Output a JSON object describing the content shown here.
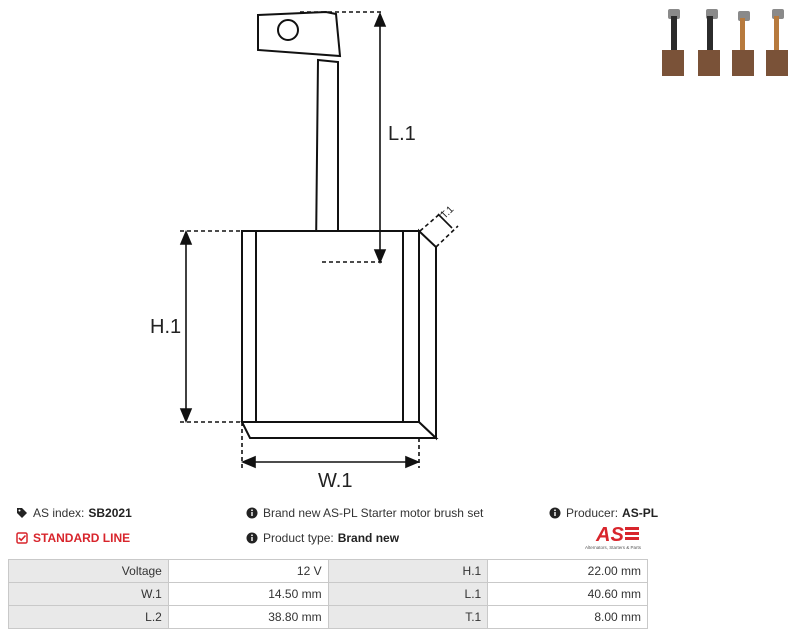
{
  "dimension_labels": {
    "l1": "L.1",
    "h1": "H.1",
    "w1": "W.1",
    "t1": "T.1"
  },
  "info": {
    "as_index_label": "AS index:",
    "as_index_value": "SB2021",
    "standard_line": "STANDARD LINE",
    "description": "Brand new AS-PL Starter motor brush set",
    "product_type_label": "Product type:",
    "product_type_value": "Brand new",
    "producer_label": "Producer:",
    "producer_value": "AS-PL"
  },
  "logo": {
    "mark": "AS",
    "tagline": "Alternators, Starters & Parts",
    "accent": "#d8252c"
  },
  "specs": [
    {
      "k1": "Voltage",
      "v1": "12 V",
      "k2": "H.1",
      "v2": "22.00 mm"
    },
    {
      "k1": "W.1",
      "v1": "14.50 mm",
      "k2": "L.1",
      "v2": "40.60 mm"
    },
    {
      "k1": "L.2",
      "v1": "38.80 mm",
      "k2": "T.1",
      "v2": "8.00 mm"
    }
  ],
  "colors": {
    "accent": "#d8252c",
    "table_key_bg": "#e9e9e9",
    "table_border": "#c9c9c9"
  }
}
